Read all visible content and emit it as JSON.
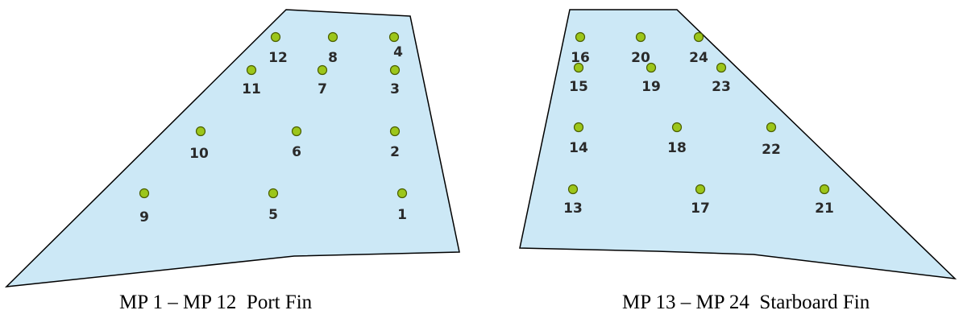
{
  "colors": {
    "fin_fill": "#cce8f6",
    "fin_stroke": "#000000",
    "point_fill": "#9cc61a",
    "point_stroke": "#4a5e00",
    "label_color": "#2a2a2a"
  },
  "port_fin": {
    "caption": "MP 1 – MP 12  Port Fin",
    "points": [
      {
        "id": "1",
        "label": "1"
      },
      {
        "id": "2",
        "label": "2"
      },
      {
        "id": "3",
        "label": "3"
      },
      {
        "id": "4",
        "label": "4"
      },
      {
        "id": "5",
        "label": "5"
      },
      {
        "id": "6",
        "label": "6"
      },
      {
        "id": "7",
        "label": "7"
      },
      {
        "id": "8",
        "label": "8"
      },
      {
        "id": "9",
        "label": "9"
      },
      {
        "id": "10",
        "label": "10"
      },
      {
        "id": "11",
        "label": "11"
      },
      {
        "id": "12",
        "label": "12"
      }
    ]
  },
  "starboard_fin": {
    "caption": "MP 13 – MP 24  Starboard Fin",
    "points": [
      {
        "id": "13",
        "label": "13"
      },
      {
        "id": "14",
        "label": "14"
      },
      {
        "id": "15",
        "label": "15"
      },
      {
        "id": "16",
        "label": "16"
      },
      {
        "id": "17",
        "label": "17"
      },
      {
        "id": "18",
        "label": "18"
      },
      {
        "id": "19",
        "label": "19"
      },
      {
        "id": "20",
        "label": "20"
      },
      {
        "id": "21",
        "label": "21"
      },
      {
        "id": "22",
        "label": "22"
      },
      {
        "id": "23",
        "label": "23"
      },
      {
        "id": "24",
        "label": "24"
      }
    ]
  }
}
